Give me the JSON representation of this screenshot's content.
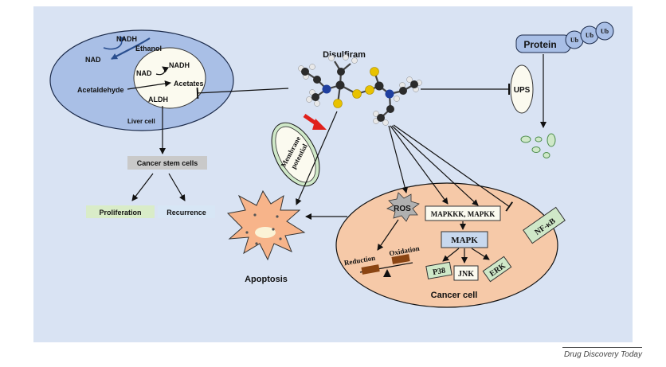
{
  "liver": {
    "nadh_top": "NADH",
    "ethanol": "Ethanol",
    "nad_left": "NAD",
    "nadh_inner": "NADH",
    "nad_inner": "NAD",
    "acetaldehyde": "Acetaldehyde",
    "acetates": "Acetates",
    "aldh": "ALDH",
    "liver_cell": "Liver cell"
  },
  "drug": {
    "name": "Disulfiram"
  },
  "protein": {
    "label": "Protein",
    "ub": [
      "Ub",
      "Ub",
      "Ub"
    ],
    "ups": "UPS"
  },
  "membrane": {
    "line1": "Membrane",
    "line2": "potential"
  },
  "stem": {
    "title": "Cancer stem cells",
    "proliferation": "Proliferation",
    "recurrence": "Recurrence"
  },
  "apoptosis": "Apoptosis",
  "cancer": {
    "ros": "ROS",
    "mapkkk": "MAPKKK, MAPKK",
    "mapk": "MAPK",
    "p38": "P38",
    "jnk": "JNK",
    "erk": "ERK",
    "nfkb": "NF-κB",
    "reduction": "Reduction",
    "oxidation": "Oxidation",
    "cell_label": "Cancer cell"
  },
  "footer": {
    "journal": "Drug Discovery Today"
  },
  "colors": {
    "panel": "#d9e3f3",
    "liver": "#a9bfe6",
    "cancer": "#f6c9a8",
    "apoptotic": "#f7b48a",
    "proliferation": "#d9ecc8",
    "recurrence": "#d7e6f5",
    "stem": "#c9c9c9",
    "green_box": "#cfe8c8",
    "ros": "#b0b0b0",
    "arrow_red": "#e0201b",
    "balance": "#8b4513"
  }
}
